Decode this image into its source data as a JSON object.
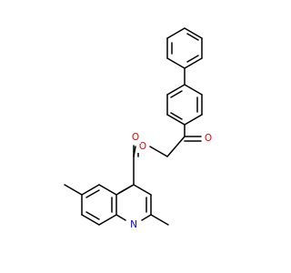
{
  "molecule": {
    "atom_labels": {
      "carbonyl_o_ketone": "O",
      "ester_o": "O",
      "carbonyl_o_ester": "O",
      "ring_n": "N"
    },
    "colors": {
      "bond": "#000000",
      "oxygen": "#ff0000",
      "nitrogen": "#0000ff"
    }
  }
}
